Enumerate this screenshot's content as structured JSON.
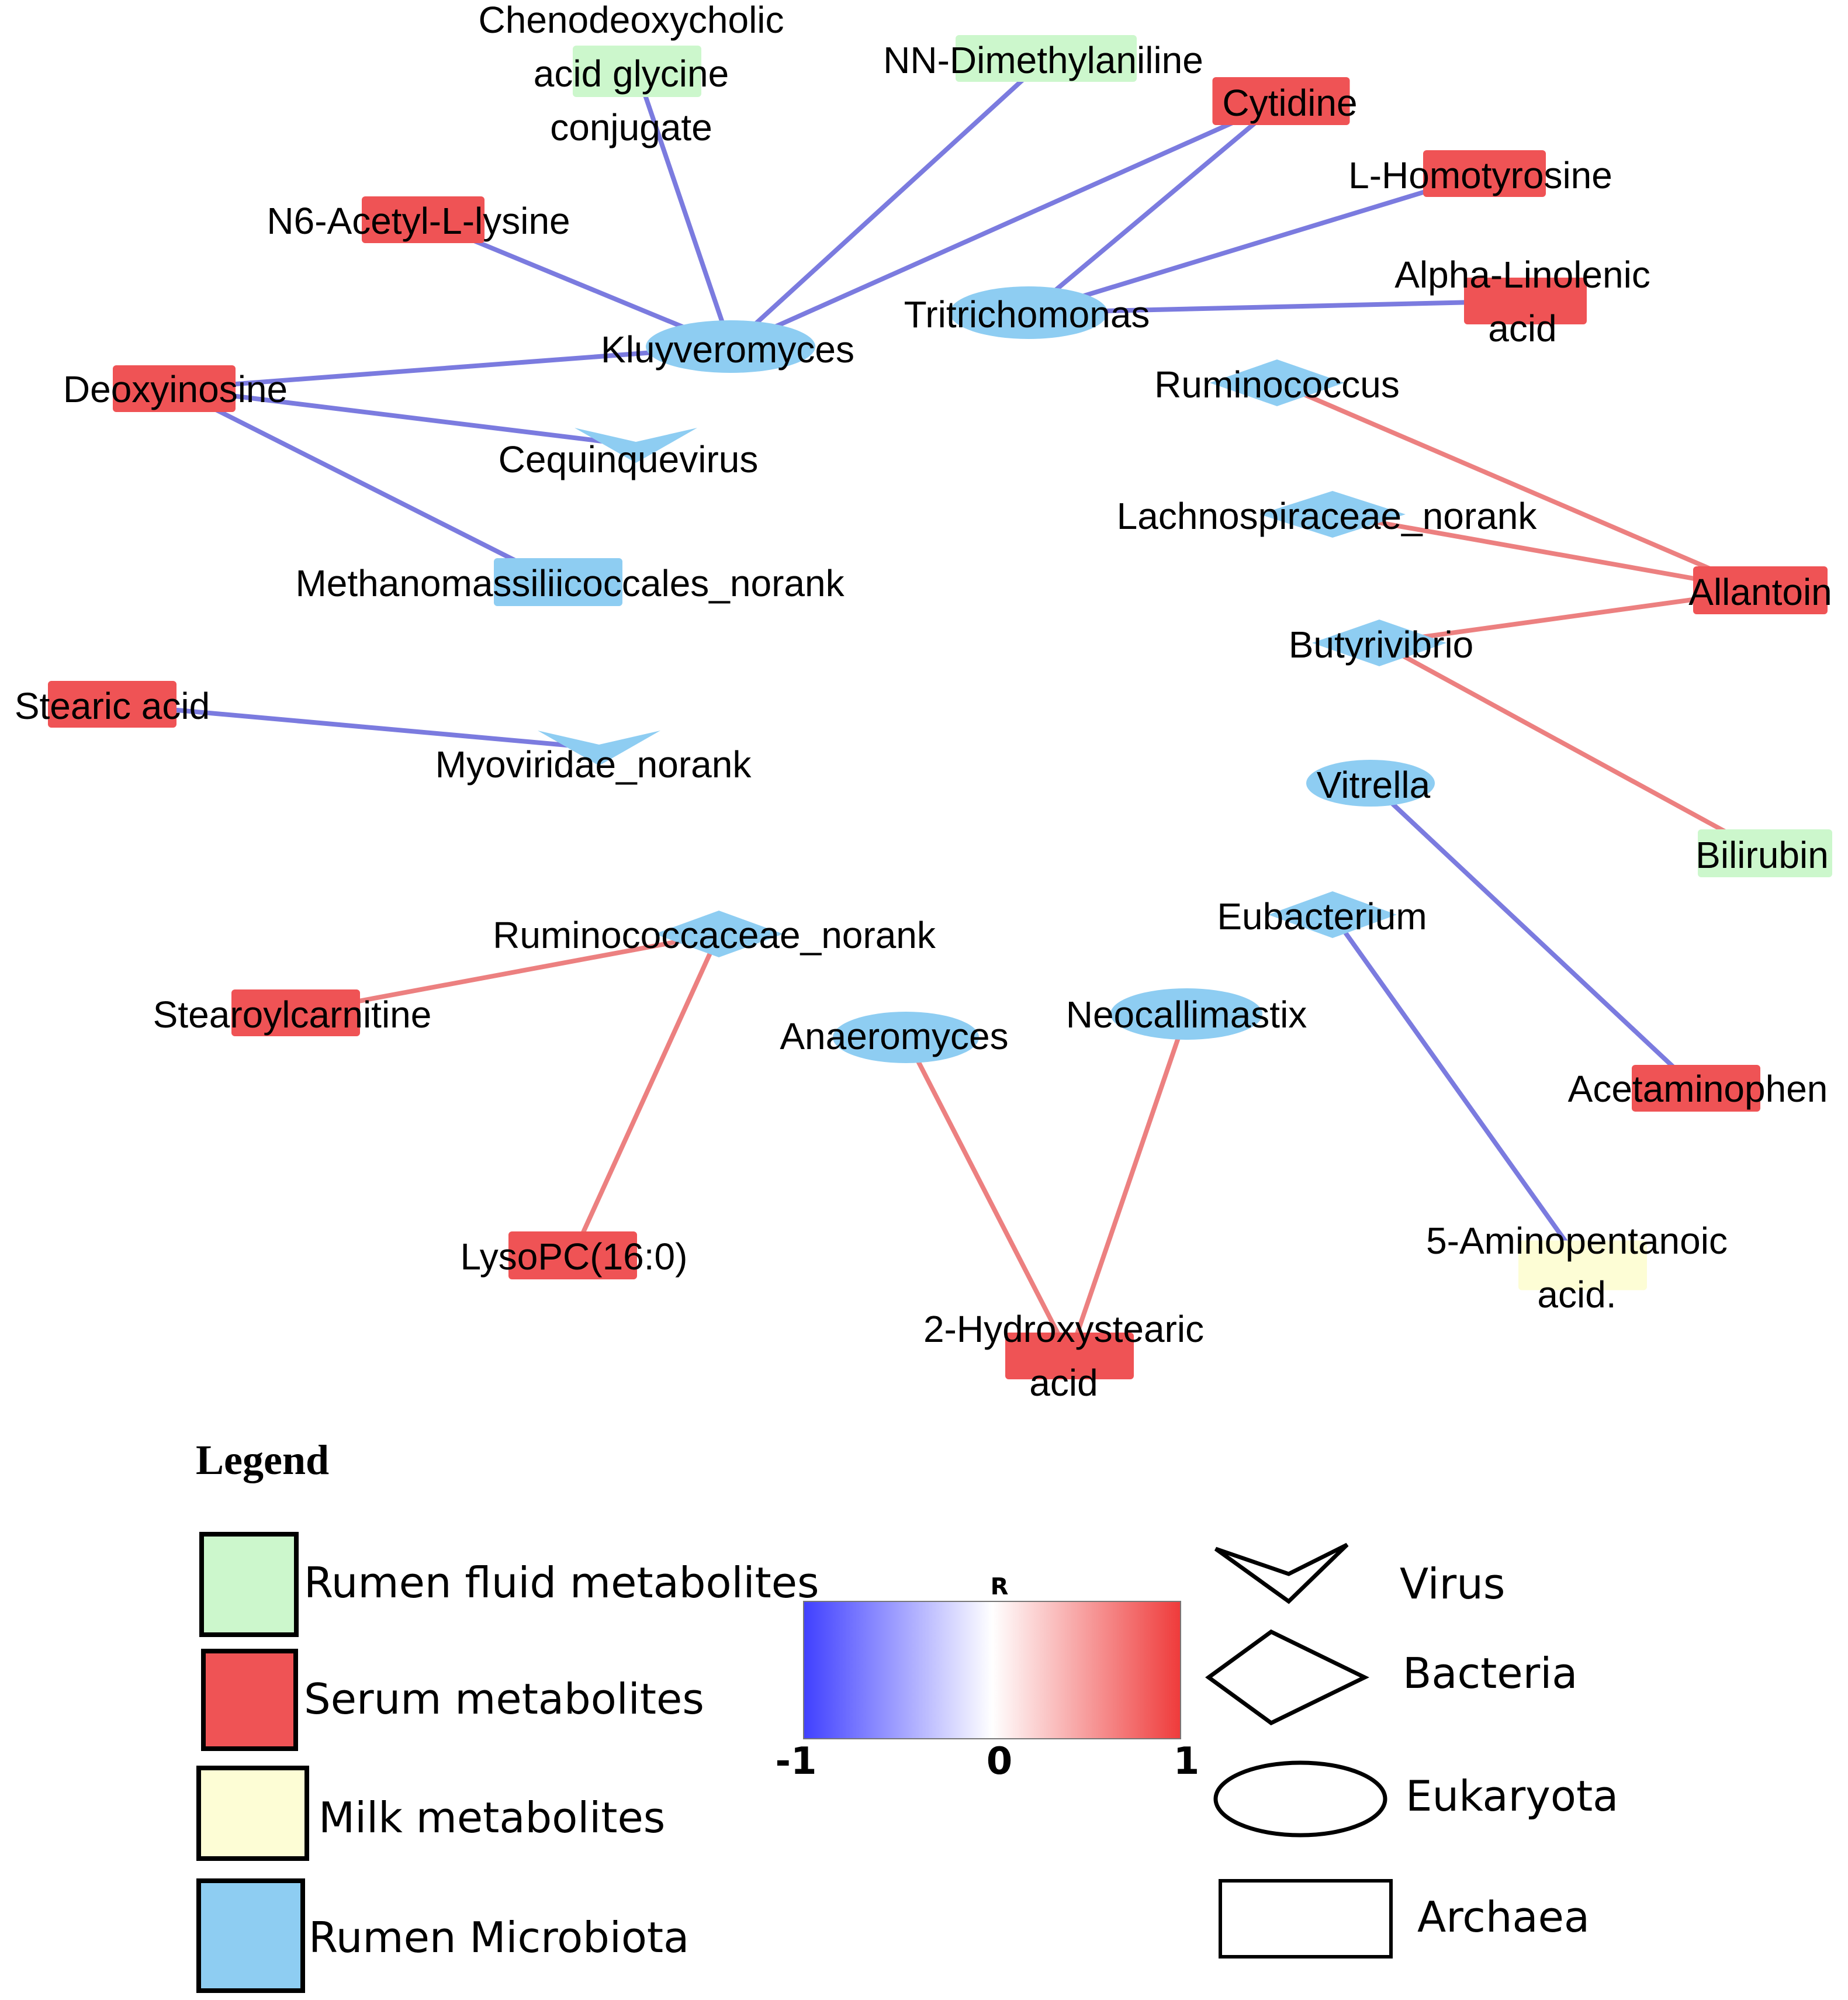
{
  "colors": {
    "rumen_fluid": "#ccf7cc",
    "serum": "#ef5355",
    "milk": "#fdfdd5",
    "microbiota": "#8ecdf2",
    "edge_negative": "#7b7bdf",
    "edge_positive": "#ec8080",
    "scale_low": "#4040ff",
    "scale_mid": "#ffffff",
    "scale_high": "#ef3b3b"
  },
  "nodes": [
    {
      "id": "chenodeoxycholic",
      "label": "Chenodeoxycholic acid glycine conjugate",
      "lines": [
        "Chenodeoxycholic",
        "acid glycine",
        "conjugate"
      ],
      "category": "rumen_fluid"
    },
    {
      "id": "nn-dimethylaniline",
      "label": "NN-Dimethylaniline",
      "lines": [
        "NN-Dimethylaniline"
      ],
      "category": "rumen_fluid"
    },
    {
      "id": "cytidine",
      "label": "Cytidine",
      "lines": [
        "Cytidine"
      ],
      "category": "serum"
    },
    {
      "id": "l-homotyrosine",
      "label": "L-Homotyrosine",
      "lines": [
        "L-Homotyrosine"
      ],
      "category": "serum"
    },
    {
      "id": "n6-acetyl-l-lysine",
      "label": "N6-Acetyl-L-lysine",
      "lines": [
        "N6-Acetyl-L-lysine"
      ],
      "category": "serum"
    },
    {
      "id": "alpha-linolenic",
      "label": "Alpha-Linolenic acid",
      "lines": [
        "Alpha-Linolenic",
        "acid"
      ],
      "category": "serum"
    },
    {
      "id": "tritrichomonas",
      "label": "Tritrichomonas",
      "lines": [
        "Tritrichomonas"
      ],
      "category": "microbiota",
      "shape": "ellipse"
    },
    {
      "id": "kluyveromyces",
      "label": "Kluyveromyces",
      "lines": [
        "Kluyveromyces"
      ],
      "category": "microbiota",
      "shape": "ellipse"
    },
    {
      "id": "deoxyinosine",
      "label": "Deoxyinosine",
      "lines": [
        "Deoxyinosine"
      ],
      "category": "serum"
    },
    {
      "id": "ruminococcus",
      "label": "Ruminococcus",
      "lines": [
        "Ruminococcus"
      ],
      "category": "microbiota",
      "shape": "diamond"
    },
    {
      "id": "cequinquevirus",
      "label": "Cequinquevirus",
      "lines": [
        "Cequinquevirus"
      ],
      "category": "microbiota",
      "shape": "v"
    },
    {
      "id": "lachnospiraceae-norank",
      "label": "Lachnospiraceae_norank",
      "lines": [
        "Lachnospiraceae_norank"
      ],
      "category": "microbiota",
      "shape": "diamond"
    },
    {
      "id": "methanomassiliicoccales-norank",
      "label": "Methanomassiliicoccales_norank",
      "lines": [
        "Methanomassiliicoccales_norank"
      ],
      "category": "microbiota",
      "shape": "rect"
    },
    {
      "id": "allantoin",
      "label": "Allantoin",
      "lines": [
        "Allantoin"
      ],
      "category": "serum"
    },
    {
      "id": "butyrivibrio",
      "label": "Butyrivibrio",
      "lines": [
        "Butyrivibrio"
      ],
      "category": "microbiota",
      "shape": "diamond"
    },
    {
      "id": "stearic-acid",
      "label": "Stearic acid",
      "lines": [
        "Stearic acid"
      ],
      "category": "serum"
    },
    {
      "id": "myoviridae-norank",
      "label": "Myoviridae_norank",
      "lines": [
        "Myoviridae_norank"
      ],
      "category": "microbiota",
      "shape": "v"
    },
    {
      "id": "vitrella",
      "label": "Vitrella",
      "lines": [
        "Vitrella"
      ],
      "category": "microbiota",
      "shape": "ellipse"
    },
    {
      "id": "bilirubin",
      "label": "Bilirubin",
      "lines": [
        "Bilirubin"
      ],
      "category": "rumen_fluid"
    },
    {
      "id": "ruminococcaceae-norank",
      "label": "Ruminococcaceae_norank",
      "lines": [
        "Ruminococcaceae_norank"
      ],
      "category": "microbiota",
      "shape": "diamond"
    },
    {
      "id": "eubacterium",
      "label": "Eubacterium",
      "lines": [
        "Eubacterium"
      ],
      "category": "microbiota",
      "shape": "diamond"
    },
    {
      "id": "stearoylcarnitine",
      "label": "Stearoylcarnitine",
      "lines": [
        "Stearoylcarnitine"
      ],
      "category": "serum"
    },
    {
      "id": "anaeromyces",
      "label": "Anaeromyces",
      "lines": [
        "Anaeromyces"
      ],
      "category": "microbiota",
      "shape": "ellipse"
    },
    {
      "id": "neocallimastix",
      "label": "Neocallimastix",
      "lines": [
        "Neocallimastix"
      ],
      "category": "microbiota",
      "shape": "ellipse"
    },
    {
      "id": "acetaminophen",
      "label": "Acetaminophen",
      "lines": [
        "Acetaminophen"
      ],
      "category": "serum"
    },
    {
      "id": "lysopc",
      "label": "LysoPC(16:0)",
      "lines": [
        "LysoPC(16:0)"
      ],
      "category": "serum"
    },
    {
      "id": "5-aminopentanoic",
      "label": "5-Aminopentanoic acid.",
      "lines": [
        "5-Aminopentanoic",
        "acid."
      ],
      "category": "milk"
    },
    {
      "id": "2-hydroxystearic",
      "label": "2-Hydroxystearic acid",
      "lines": [
        "2-Hydroxystearic",
        "acid"
      ],
      "category": "serum"
    }
  ],
  "edges": [
    {
      "source": "kluyveromyces",
      "target": "chenodeoxycholic",
      "sign": "negative"
    },
    {
      "source": "kluyveromyces",
      "target": "nn-dimethylaniline",
      "sign": "negative"
    },
    {
      "source": "kluyveromyces",
      "target": "cytidine",
      "sign": "negative"
    },
    {
      "source": "kluyveromyces",
      "target": "n6-acetyl-l-lysine",
      "sign": "negative"
    },
    {
      "source": "kluyveromyces",
      "target": "deoxyinosine",
      "sign": "negative"
    },
    {
      "source": "tritrichomonas",
      "target": "cytidine",
      "sign": "negative"
    },
    {
      "source": "tritrichomonas",
      "target": "l-homotyrosine",
      "sign": "negative"
    },
    {
      "source": "tritrichomonas",
      "target": "alpha-linolenic",
      "sign": "negative"
    },
    {
      "source": "cequinquevirus",
      "target": "deoxyinosine",
      "sign": "negative"
    },
    {
      "source": "methanomassiliicoccales-norank",
      "target": "deoxyinosine",
      "sign": "negative"
    },
    {
      "source": "ruminococcus",
      "target": "allantoin",
      "sign": "positive"
    },
    {
      "source": "lachnospiraceae-norank",
      "target": "allantoin",
      "sign": "positive"
    },
    {
      "source": "butyrivibrio",
      "target": "allantoin",
      "sign": "positive"
    },
    {
      "source": "butyrivibrio",
      "target": "bilirubin",
      "sign": "positive"
    },
    {
      "source": "myoviridae-norank",
      "target": "stearic-acid",
      "sign": "negative"
    },
    {
      "source": "vitrella",
      "target": "acetaminophen",
      "sign": "negative"
    },
    {
      "source": "eubacterium",
      "target": "5-aminopentanoic",
      "sign": "negative"
    },
    {
      "source": "ruminococcaceae-norank",
      "target": "stearoylcarnitine",
      "sign": "positive"
    },
    {
      "source": "ruminococcaceae-norank",
      "target": "lysopc",
      "sign": "positive"
    },
    {
      "source": "anaeromyces",
      "target": "2-hydroxystearic",
      "sign": "positive"
    },
    {
      "source": "neocallimastix",
      "target": "2-hydroxystearic",
      "sign": "positive"
    }
  ],
  "legend": {
    "title": "Legend",
    "categories": [
      {
        "key": "rumen_fluid",
        "label": "Rumen fluid metabolites"
      },
      {
        "key": "serum",
        "label": "Serum metabolites"
      },
      {
        "key": "milk",
        "label": "Milk metabolites"
      },
      {
        "key": "microbiota",
        "label": "Rumen Microbiota"
      }
    ],
    "scale": {
      "label": "R",
      "min": "-1",
      "mid": "0",
      "max": "1"
    },
    "shapes": [
      {
        "shape": "v",
        "label": "Virus"
      },
      {
        "shape": "diamond",
        "label": "Bacteria"
      },
      {
        "shape": "ellipse",
        "label": "Eukaryota"
      },
      {
        "shape": "rect",
        "label": "Archaea"
      }
    ]
  }
}
